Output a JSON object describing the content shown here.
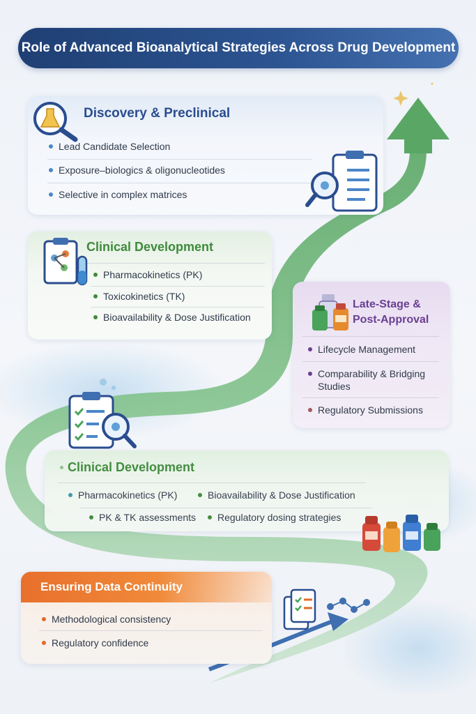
{
  "title": "Role of Advanced Bioanalytical Strategies Across Drug Development",
  "colors": {
    "blue": "#2a4d8f",
    "green": "#3f8a3c",
    "purple": "#6a3f93",
    "orange": "#e06b2a",
    "flow": "#6fb87a"
  },
  "stages": {
    "discovery": {
      "title": "Discovery & Preclinical",
      "icon": "magnifier-flask-icon",
      "items": [
        "Lead Candidate Selection",
        "Exposure–biologics & oligonucleotides",
        "Selective in complex matrices"
      ]
    },
    "clinical1": {
      "title": "Clinical Development",
      "icon": "clipboard-molecule-icon",
      "items": [
        "Pharmacokinetics (PK)",
        "Toxicokinetics (TK)",
        "Bioavailability & Dose Justification"
      ]
    },
    "late": {
      "title_line1": "Late-Stage &",
      "title_line2": "Post-Approval",
      "icon": "medicine-bottles-icon",
      "items": [
        "Lifecycle Management",
        "Comparability & Bridging",
        "Studies",
        "Regulatory Submissions"
      ]
    },
    "clinical2": {
      "title": "Clinical Development",
      "items": [
        "Pharmacokinetics (PK)",
        "Bioavailability & Dose Justification",
        "PK & TK assessments",
        "Regulatory dosing strategies"
      ]
    },
    "continuity": {
      "title": "Ensuring Data Continuity",
      "items": [
        "Methodological consistency",
        "Regulatory confidence"
      ]
    }
  }
}
